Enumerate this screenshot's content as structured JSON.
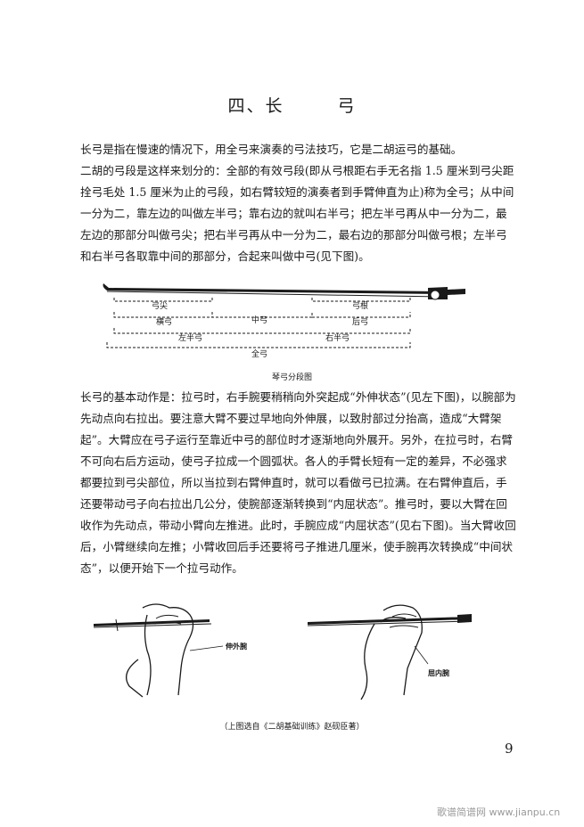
{
  "title": {
    "part1": "四、长",
    "part2": "弓"
  },
  "paragraphs": {
    "p1": "    长弓是指在慢速的情况下，用全弓来演奏的弓法技巧，它是二胡运弓的基础。",
    "p2": "    二胡的弓段是这样来划分的：全部的有效弓段(即从弓根距右手无名指 1.5 厘米到弓尖距拴弓毛处 1.5 厘米为止的弓段，如右臂较短的演奏者到手臂伸直为止)称为全弓；从中间一分为二，靠左边的叫做左半弓；靠右边的就叫右半弓；把左半弓再从中一分为二，最左边的那部分叫做弓尖；把右半弓再从中一分为二，最右边的那部分叫做弓根；左半弓和右半弓各取靠中间的那部分，合起来叫做中弓(见下图)。",
    "p3": "    长弓的基本动作是：拉弓时，右手腕要稍稍向外突起成“外伸状态”(见左下图)，以腕部为先动点向右拉出。要注意大臂不要过早地向外伸展，以致肘部过分抬高，造成“大臂架起”。大臂应在弓子运行至靠近中弓的部位时才逐渐地向外展开。另外，在拉弓时，右臂不可向右后方运动，使弓子拉成一个圆弧状。各人的手臂长短有一定的差异，不必强求都要拉到弓尖部位，所以当拉到右臂伸直时，就可以看做弓已拉满。在右臂伸直后，手还要带动弓子向右拉出几公分，使腕部逐渐转换到“内屈状态”。推弓时，要以大臂在回收作为先动点，带动小臂向左推进。此时，手腕应成“内屈状态”(见右下图)。当大臂收回后，小臂继续向左推；小臂收回后手还要将弓子推进几厘米，使手腕再次转换成“中间状态”，以便开始下一个拉弓动作。"
  },
  "bow_diagram": {
    "labels": {
      "tip": "弓尖",
      "root": "弓根",
      "middle": "中弓",
      "left_quarter": "横弓",
      "right_quarter": "后弓",
      "left_half": "左半弓",
      "right_half": "右半弓",
      "full": "全弓"
    },
    "caption": "琴弓分段图"
  },
  "hands": {
    "left_label": "伸外腕",
    "right_label": "屈内腕",
    "caption": "（上图选自《二胡基础训练》赵砚臣著）"
  },
  "page_number": "9",
  "watermark": "歌谱简谱网 www.jianpu.cn"
}
